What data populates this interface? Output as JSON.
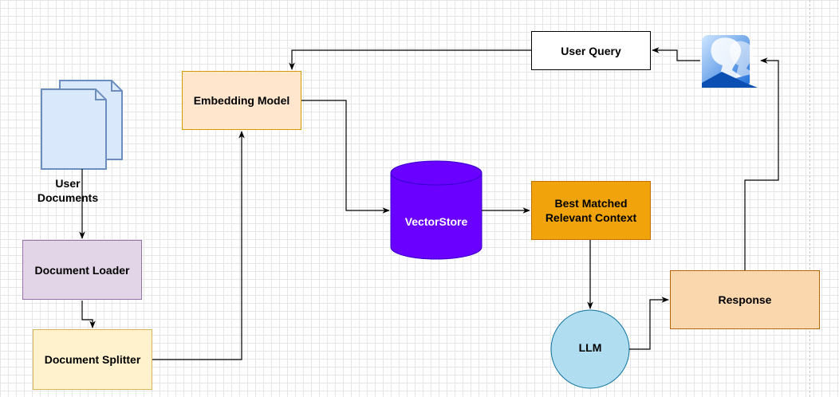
{
  "nodes": {
    "user_documents": "User Documents",
    "document_loader": "Document Loader",
    "document_splitter": "Document Splitter",
    "embedding_model": "Embedding Model",
    "vectorstore": "VectorStore",
    "best_matched_context": "Best Matched Relevant Context",
    "llm": "LLM",
    "response": "Response",
    "user_query": "User Query"
  },
  "icons": {
    "documents": "documents-icon",
    "user": "user-group-icon"
  },
  "colors": {
    "vectorstore": "#6a00ff",
    "loader_fill": "#e1d5e7",
    "splitter_fill": "#fff2cc",
    "embedding_fill": "#ffe6cc",
    "best_context_fill": "#f0a30a",
    "llm_fill": "#b1ddf0",
    "response_fill": "#fad7ac",
    "documents_fill": "#dae8fc",
    "user_icon_blue": "#1e6fd9"
  }
}
